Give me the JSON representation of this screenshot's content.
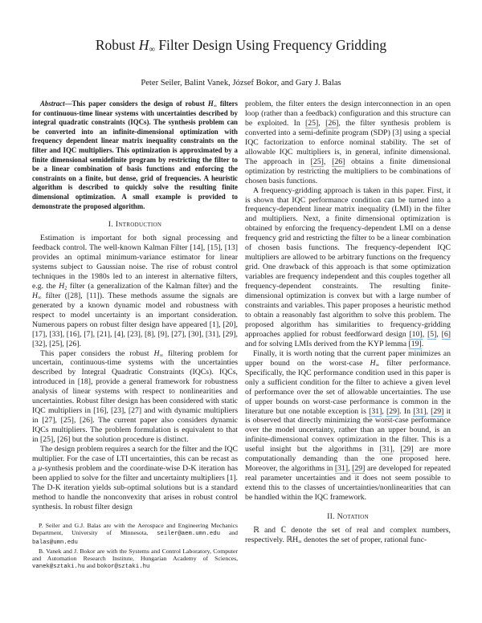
{
  "title": {
    "pre": "Robust ",
    "math": "H",
    "sub": "∞",
    "post": " Filter Design Using Frequency Gridding"
  },
  "authors": "Peter Seiler, Balint Vanek, József Bokor, and Gary J. Balas",
  "abstract": {
    "lead": "Abstract",
    "body": [
      "—This paper considers the design of robust ",
      {
        "m": "H",
        "s": "∞"
      },
      " filters for continuous-time linear systems with uncertainties described by integral quadratic constraints (IQCs). The synthesis problem can be converted into an infinite-dimensional optimization with frequency dependent linear matrix inequality constraints on the filter and IQC multipliers. This optimization is approximated by a finite dimensional semidefinite program by restricting the filter to be a linear combination of basis functions and enforcing the constraints on a finite, but dense, grid of frequencies. A heuristic algorithm is described to quickly solve the resulting finite dimensional optimization. A small example is provided to demonstrate the proposed algorithm."
    ]
  },
  "section1": {
    "heading": "I. Introduction",
    "left_paragraphs": [
      [
        "Estimation is important for both signal processing and feedback control. The well-known Kalman Filter [14], [15], [13] provides an optimal minimum-variance estimator for linear systems subject to Gaussian noise. The rise of robust control techniques in the 1980s led to an interest in alternative filters, e.g. the ",
        {
          "m": "H",
          "s": "2"
        },
        " filter (a generalization of the Kalman filter) and the ",
        {
          "m": "H",
          "s": "∞"
        },
        " filter ([28], [11]). These methods assume the signals are generated by a known dynamic model and robustness with respect to model uncertainty is an important consideration. Numerous papers on robust filter design have appeared [1], [20], [17], [33], [16], [7], [21], [4], [23], [8], [9], [27], [30], [31], [29], [32], [25], [26]."
      ],
      [
        "This paper considers the robust ",
        {
          "m": "H",
          "s": "∞"
        },
        " filtering problem for uncertain, continuous-time systems with the uncertainties described by Integral Quadratic Constraints (IQCs). IQCs, introduced in [18], provide a general framework for robustness analysis of linear systems with respect to nonlinearities and uncertainties. Robust filter design has been considered with static IQC multipliers in [16], [23], [27] and with dynamic multipliers in [27], [25], [26]. The current paper also considers dynamic IQCs multipliers. The problem formulation is equivalent to that in [25], [26] but the solution procedure is distinct."
      ],
      [
        "The design problem requires a search for the filter and the IQC multiplier. For the case of LTI uncertainties, this can be recast as a ",
        {
          "m": "μ"
        },
        "-synthesis problem and the coordinate-wise D-K iteration has been applied to solve for the filter and uncertainty multipliers [1]. The D-K iteration yields sub-optimal solutions but is a standard method to handle the nonconvexity that arises in robust control synthesis. In robust filter design"
      ]
    ],
    "right_paragraphs": [
      [
        "problem, the filter enters the design interconnection in an open loop (rather than a feedback) configuration and this structure can be exploited. In ",
        {
          "r": "[25]"
        },
        ", ",
        {
          "r": "[26]"
        },
        ", the filter synthesis problem is converted into a semi-definite program (SDP) [3] using a special IQC factorization to enforce nominal stability. The set of allowable IQC multipliers is, in general, infinite dimensional. The approach in ",
        {
          "r": "[25]"
        },
        ", ",
        {
          "r": "[26]"
        },
        " obtains a finite dimensional optimization by restricting the multipliers to be combinations of chosen basis functions."
      ],
      [
        "A frequency-gridding approach is taken in this paper. First, it is shown that IQC performance condition can be turned into a frequency-dependent linear matrix inequality (LMI) in the filter and multipliers. Next, a finite dimensional optimization is obtained by enforcing the frequency-dependent LMI on a dense frequency grid and restricting the filter to be a linear combination of chosen basis functions. The frequency-dependent IQC multipliers are allowed to be arbitrary functions on the frequency grid. One drawback of this approach is that some optimization variables are frequency independent and this couples together all frequency-dependent constraints. The resulting finite-dimensional optimization is convex but with a large number of constraints and variables. This paper proposes a heuristic method to obtain a reasonably fast algorithm to solve this problem. The proposed algorithm has similarities to frequency-gridding approaches applied for robust feedforward design ",
        {
          "r": "[10]"
        },
        ", ",
        {
          "r": "[5]"
        },
        ", ",
        {
          "r": "[6]"
        },
        " and for solving LMIs derived from the KYP lemma ",
        {
          "r": "[19]"
        },
        "."
      ],
      [
        "Finally, it is worth noting that the current paper minimizes an upper bound on the worst-case ",
        {
          "m": "H",
          "s": "∞"
        },
        " filter performance. Specifically, the IQC performance condition used in this paper is only a sufficient condition for the filter to achieve a given level of performance over the set of allowable uncertainties. The use of upper bounds on worst-case performance is common in the literature but one notable exception is ",
        {
          "r": "[31]"
        },
        ", ",
        {
          "r": "[29]"
        },
        ". In ",
        {
          "r": "[31]"
        },
        ", ",
        {
          "r": "[29]"
        },
        " it is observed that directly minimizing the worst-case performance over the model uncertainty, rather than an upper bound, is an infinite-dimensional convex optimization in the filter. This is a useful insight but the algorithms in ",
        {
          "r": "[31]"
        },
        ", ",
        {
          "r": "[29]"
        },
        " are more computationally demanding than the one proposed here. Moreover, the algorithms in ",
        {
          "r": "[31]"
        },
        ", ",
        {
          "r": "[29]"
        },
        " are developed for repeated real parameter uncertainties and it does not seem possible to extend this to the classes of uncertainties/nonlinearities that can be handled within the IQC framework."
      ]
    ]
  },
  "section2": {
    "heading": "II. Notation",
    "paragraphs": [
      [
        "ℝ and ℂ denote the set of real and complex numbers, respectively. ℝH",
        {
          "s": "∞"
        },
        " denotes the set of proper, rational func-"
      ]
    ]
  },
  "footnotes": [
    [
      "P. Seiler and G.J. Balas are with the Aerospace and Engineering Mechanics Department, University of Minnesota, ",
      {
        "tt": "seiler@aem.umn.edu"
      },
      " and ",
      {
        "tt": "balas@umn.edu"
      }
    ],
    [
      "B. Vanek and J. Bokor are with the Systems and Control Laboratory, Computer and Automation Research Institute, Hungarian Academy of Sciences, ",
      {
        "tt": "vanek@sztaki.hu"
      },
      " and ",
      {
        "tt": "bokor@sztaki.hu"
      }
    ]
  ],
  "colors": {
    "link_underline": "#7fb2e5",
    "text": "#1a1a1a"
  }
}
